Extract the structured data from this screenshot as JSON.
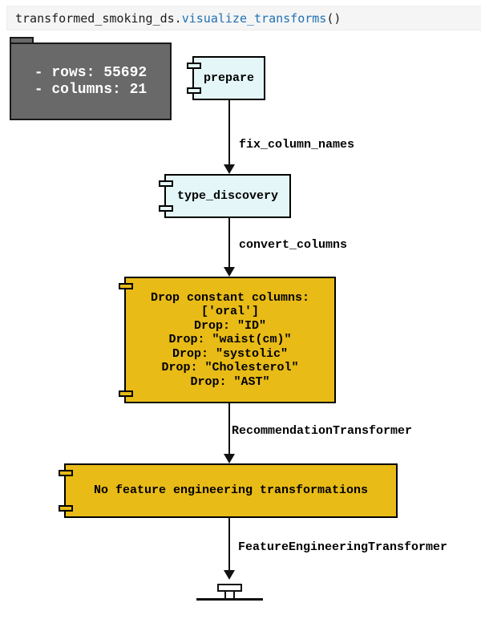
{
  "code_cell": {
    "prefix": "transformed_smoking_ds.",
    "method": "visualize_transforms",
    "suffix": "()"
  },
  "note": {
    "lines": [
      "- rows: 55692",
      "- columns: 21"
    ]
  },
  "nodes": {
    "prepare": {
      "label": "prepare"
    },
    "type_discovery": {
      "label": "type_discovery"
    },
    "drop_columns": {
      "lines": [
        "Drop constant columns:",
        "['oral']",
        "Drop: \"ID\"",
        "Drop: \"waist(cm)\"",
        "Drop: \"systolic\"",
        "Drop: \"Cholesterol\"",
        "Drop: \"AST\""
      ]
    },
    "feature_engineering": {
      "label": "No feature engineering transformations"
    }
  },
  "edges": {
    "e1": {
      "label": "fix_column_names"
    },
    "e2": {
      "label": "convert_columns"
    },
    "e3": {
      "label": "RecommendationTransformer"
    },
    "e4": {
      "label": "FeatureEngineeringTransformer"
    }
  },
  "colors": {
    "node_yellow": "#E8BB17",
    "node_blue": "#E4F6F7",
    "note_gray": "#696969",
    "method_blue": "#2171B5",
    "code_cell_bg": "#F5F5F5"
  }
}
